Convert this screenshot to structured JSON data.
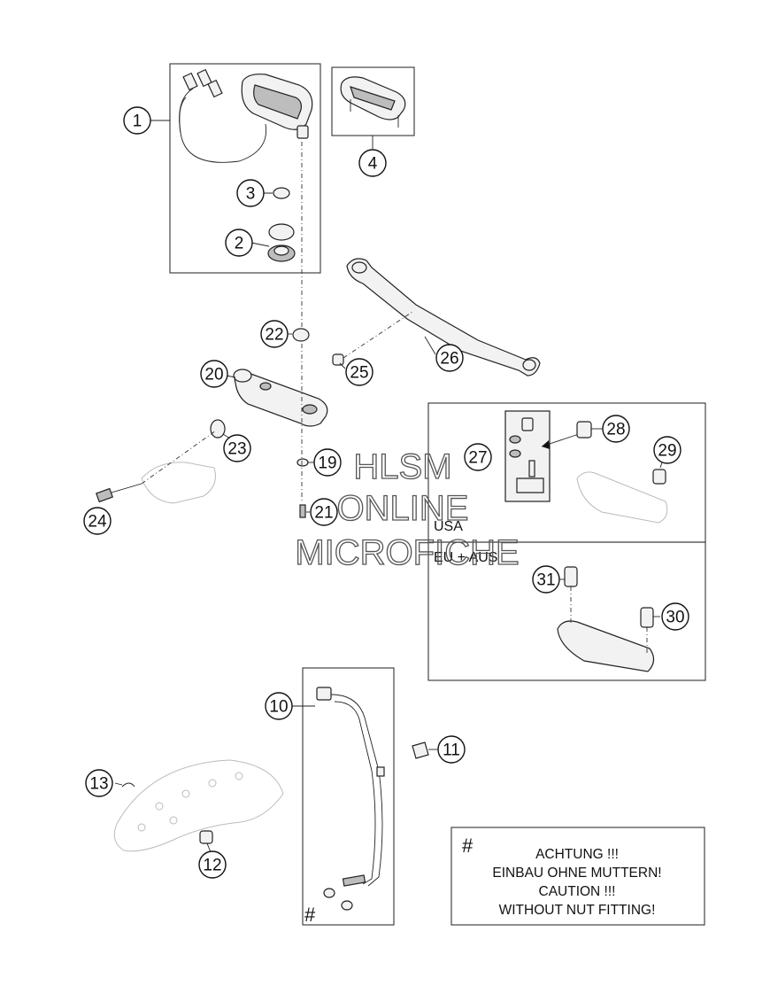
{
  "callouts": {
    "c1": "1",
    "c2": "2",
    "c3": "3",
    "c4": "4",
    "c10": "10",
    "c11": "11",
    "c12": "12",
    "c13": "13",
    "c19": "19",
    "c20": "20",
    "c21": "21",
    "c22": "22",
    "c23": "23",
    "c24": "24",
    "c25": "25",
    "c26": "26",
    "c27": "27",
    "c28": "28",
    "c29": "29",
    "c30": "30",
    "c31": "31"
  },
  "regions": {
    "usa": "USA",
    "eu_aus": "EU + AUS"
  },
  "note": {
    "symbol": "#",
    "line1": "ACHTUNG !!!",
    "line2": "EINBAU OHNE MUTTERN!",
    "line3": "CAUTION !!!",
    "line4": "WITHOUT NUT FITTING!"
  },
  "sensor_symbol": "#",
  "watermark": {
    "line1": "HLSM",
    "line2": "ONLINE",
    "line3": "MICROFICHE"
  }
}
